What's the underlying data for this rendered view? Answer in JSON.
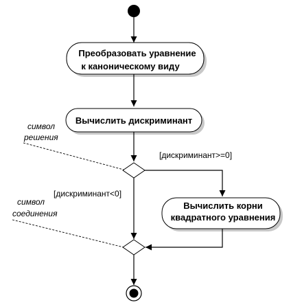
{
  "diagram": {
    "activities": {
      "transform": {
        "line1": "Преобразовать уравнение",
        "line2": "к каноническому виду"
      },
      "discriminant": {
        "line1": "Вычислить дискриминант"
      },
      "roots": {
        "line1": "Вычислить корни",
        "line2": "квадратного уравнения"
      }
    },
    "guards": {
      "non_negative": "[дискриминант>=0]",
      "negative": "[дискриминант<0]"
    },
    "notes": {
      "decision": {
        "line1": "символ",
        "line2": "решения"
      },
      "merge": {
        "line1": "символ",
        "line2": "соединения"
      }
    },
    "colors": {
      "stroke": "#000000",
      "shadow": "#c8c8c8",
      "fill": "#ffffff"
    }
  }
}
